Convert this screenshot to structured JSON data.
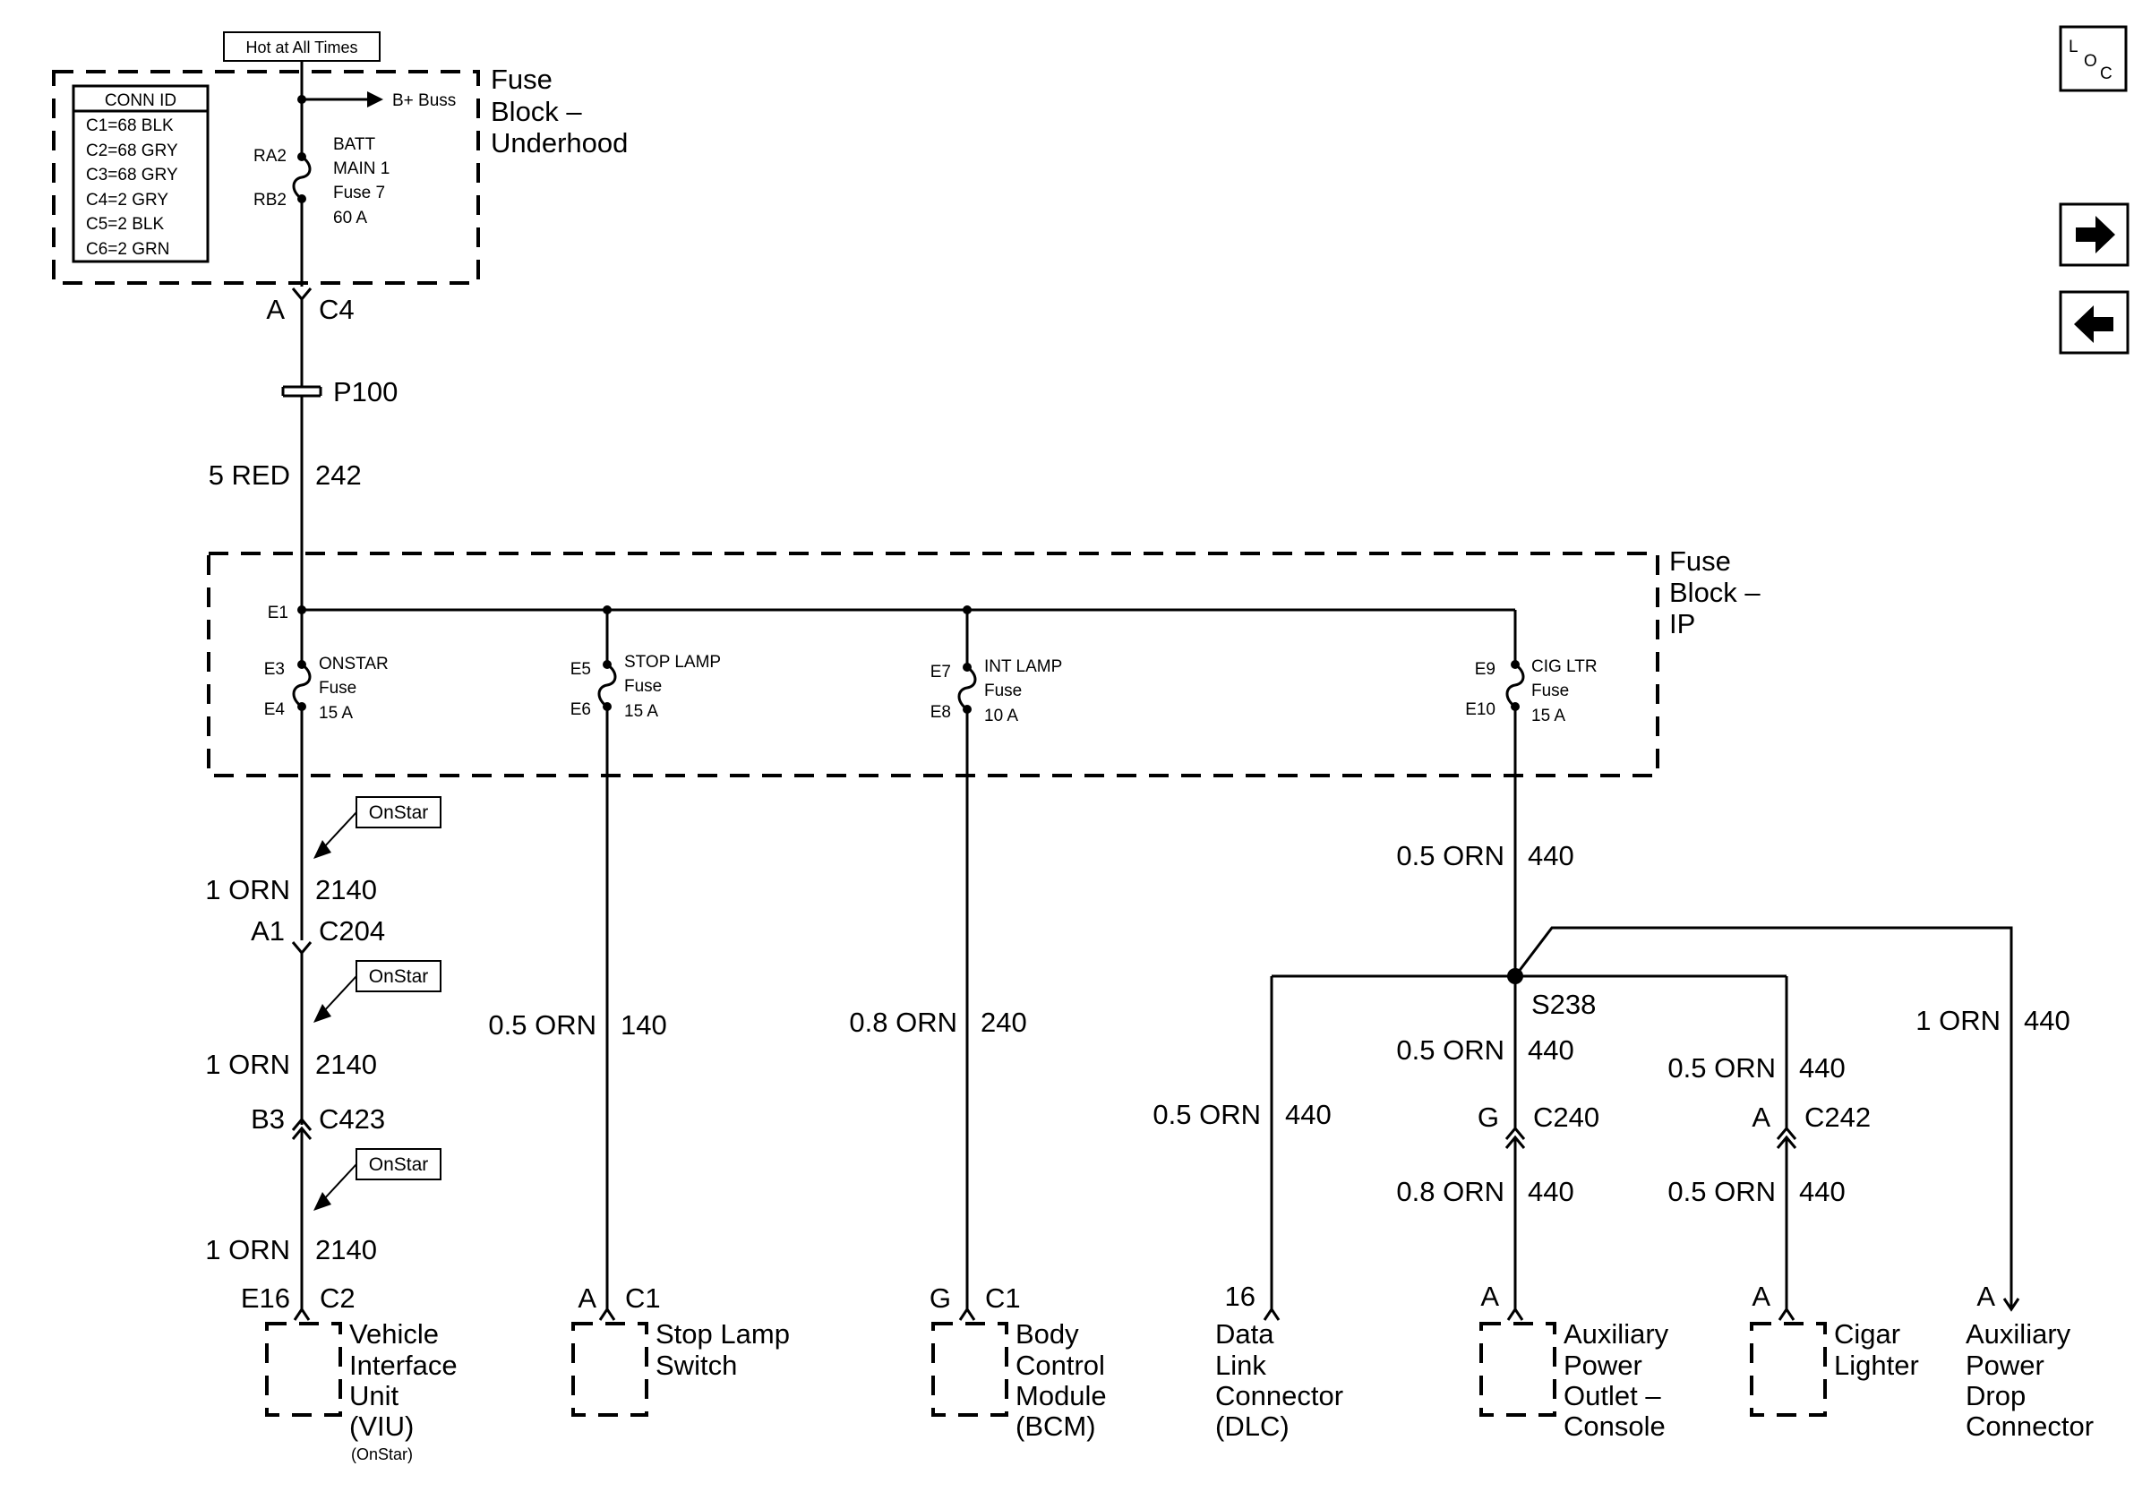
{
  "top_label": "Hot at All Times",
  "loc_icon": {
    "icon": "loc-icon",
    "text": "LOC"
  },
  "nav": {
    "next_icon": "arrow-right-icon",
    "prev_icon": "arrow-left-icon"
  },
  "fuse_block_underhood": {
    "name_lines": [
      "Fuse",
      "Block –",
      "Underhood"
    ],
    "conn_id_title": "CONN ID",
    "conn_ids": [
      "C1=68 BLK",
      "C2=68 GRY",
      "C3=68 GRY",
      "C4=2 GRY",
      "C5=2 BLK",
      "C6=2 GRN"
    ],
    "b_plus_buss": "B+ Buss",
    "fuse_pins": [
      "RA2",
      "RB2"
    ],
    "fuse_lines": [
      "BATT",
      "MAIN 1",
      "Fuse 7",
      "60 A"
    ]
  },
  "main_feed": {
    "connector_pin": "A",
    "connector": "C4",
    "splice": "P100",
    "wire_size": "5 RED",
    "circuit": "242"
  },
  "fuse_block_ip": {
    "name_lines": [
      "Fuse",
      "Block –",
      "IP"
    ],
    "bus_pin": "E1",
    "fuses": [
      {
        "in_pin": "E3",
        "out_pin": "E4",
        "lines": [
          "ONSTAR",
          "Fuse",
          "15 A"
        ]
      },
      {
        "in_pin": "E5",
        "out_pin": "E6",
        "lines": [
          "STOP LAMP",
          "Fuse",
          "15 A"
        ]
      },
      {
        "in_pin": "E7",
        "out_pin": "E8",
        "lines": [
          "INT LAMP",
          "Fuse",
          "10 A"
        ]
      },
      {
        "in_pin": "E9",
        "out_pin": "E10",
        "lines": [
          "CIG LTR",
          "Fuse",
          "15 A"
        ]
      }
    ]
  },
  "onstar_branch": {
    "option_tag": "OnStar",
    "wires": [
      {
        "size": "1 ORN",
        "circuit": "2140"
      },
      {
        "size": "1 ORN",
        "circuit": "2140"
      },
      {
        "size": "1 ORN",
        "circuit": "2140"
      }
    ],
    "connectors": [
      {
        "pin": "A1",
        "id": "C204"
      },
      {
        "pin": "B3",
        "id": "C423"
      }
    ],
    "load_pin": "E16",
    "load_connector": "C2",
    "load_lines": [
      "Vehicle",
      "Interface",
      "Unit",
      "(VIU)"
    ],
    "load_note": "(OnStar)"
  },
  "stop_lamp_branch": {
    "wire": {
      "size": "0.5 ORN",
      "circuit": "140"
    },
    "load_pin": "A",
    "load_connector": "C1",
    "load_lines": [
      "Stop Lamp",
      "Switch"
    ]
  },
  "bcm_branch": {
    "wire": {
      "size": "0.8 ORN",
      "circuit": "240"
    },
    "load_pin": "G",
    "load_connector": "C1",
    "load_lines": [
      "Body",
      "Control",
      "Module",
      "(BCM)"
    ]
  },
  "cig_branch": {
    "feed_wire": {
      "size": "0.5 ORN",
      "circuit": "440"
    },
    "splice": "S238",
    "dlc": {
      "wire": {
        "size": "0.5 ORN",
        "circuit": "440"
      },
      "pin": "16",
      "lines": [
        "Data",
        "Link",
        "Connector",
        "(DLC)"
      ]
    },
    "aux_outlet": {
      "wire_upper": {
        "size": "0.5 ORN",
        "circuit": "440"
      },
      "connector": {
        "pin": "G",
        "id": "C240"
      },
      "wire_lower": {
        "size": "0.8 ORN",
        "circuit": "440"
      },
      "pin": "A",
      "lines": [
        "Auxiliary",
        "Power",
        "Outlet –",
        "Console"
      ]
    },
    "cigar_lighter": {
      "wire_upper": {
        "size": "0.5 ORN",
        "circuit": "440"
      },
      "connector": {
        "pin": "A",
        "id": "C242"
      },
      "wire_lower": {
        "size": "0.5 ORN",
        "circuit": "440"
      },
      "pin": "A",
      "lines": [
        "Cigar",
        "Lighter"
      ]
    },
    "aux_drop": {
      "wire": {
        "size": "1 ORN",
        "circuit": "440"
      },
      "pin": "A",
      "lines": [
        "Auxiliary",
        "Power",
        "Drop",
        "Connector"
      ]
    }
  }
}
